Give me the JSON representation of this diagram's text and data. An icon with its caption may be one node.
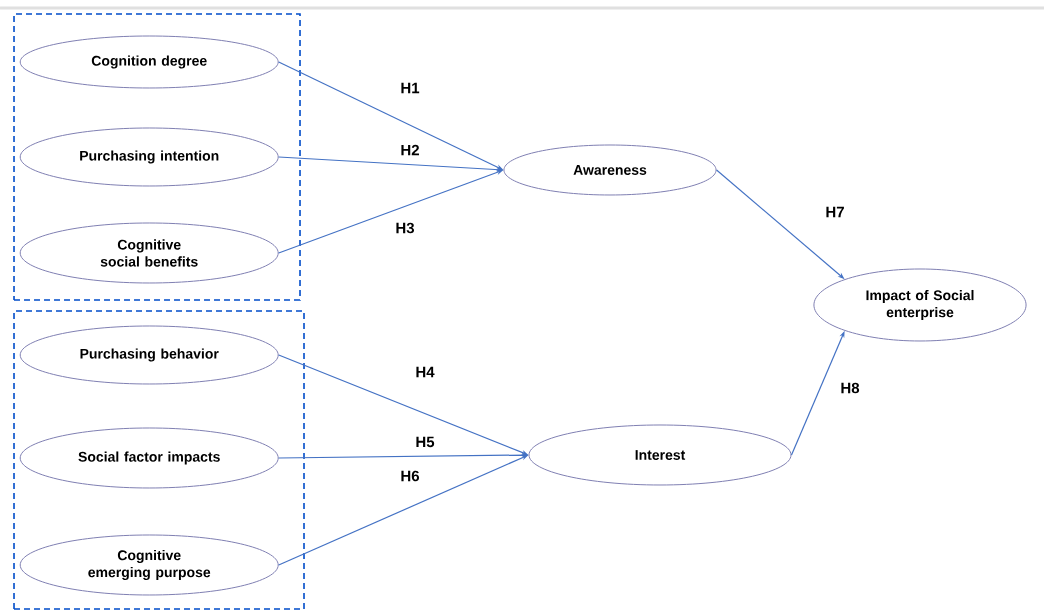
{
  "diagram": {
    "nodes": [
      {
        "text": [],
        "shape": "box"
      },
      {
        "text": [
          "Cognition degree"
        ],
        "in": 0
      },
      {
        "text": [
          "Purchasing intention"
        ],
        "in": 0
      },
      {
        "text": [
          "Cognitive social benefits"
        ],
        "in": 0
      },
      {
        "text": [],
        "shape": "box"
      },
      {
        "text": [
          "Purchasing behavior"
        ],
        "in": 4
      },
      {
        "text": [
          "Social factor impacts"
        ],
        "in": 4
      },
      {
        "text": [
          "Cognitive emerging purpose"
        ],
        "in": 4
      },
      {
        "text": [
          "Awareness"
        ]
      },
      {
        "text": [
          "Interest"
        ]
      },
      {
        "text": [
          "Impact of Social enterprise"
        ]
      }
    ],
    "edges": [
      {
        "from": 1,
        "to": 8,
        "arrow": "to",
        "label": "H1"
      },
      {
        "from": 2,
        "to": 8,
        "arrow": "to",
        "label": "H2"
      },
      {
        "from": 3,
        "to": 8,
        "arrow": "to",
        "label": "H3"
      },
      {
        "from": 5,
        "to": 9,
        "arrow": "to",
        "label": "H4"
      },
      {
        "from": 6,
        "to": 9,
        "arrow": "to",
        "label": "H5"
      },
      {
        "from": 7,
        "to": 9,
        "arrow": "to",
        "label": "H6"
      },
      {
        "from": 8,
        "to": 10,
        "arrow": "to",
        "label": "H7"
      },
      {
        "from": 9,
        "to": 10,
        "arrow": "to",
        "label": "H8"
      }
    ]
  }
}
